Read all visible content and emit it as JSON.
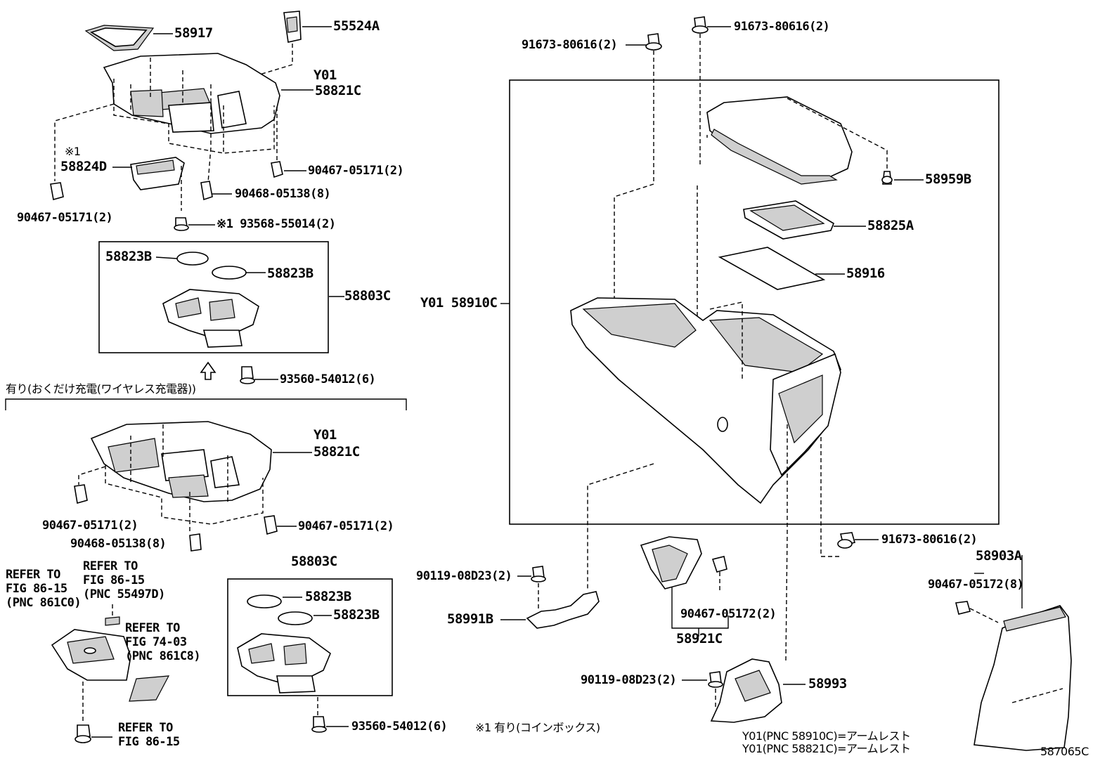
{
  "labels": {
    "p58917": "58917",
    "p55524A": "55524A",
    "y01_top": "Y01",
    "p58821C_top": "58821C",
    "note_mark_top": "※1",
    "p58824D": "58824D",
    "p90467_05171_a": "90467-05171(2)",
    "p90467_05171_b": "90467-05171(2)",
    "p90468_05138_a": "90468-05138(8)",
    "p93568_55014": "※1 93568-55014(2)",
    "p58823B_a": "58823B",
    "p58823B_b": "58823B",
    "p58803C_a": "58803C",
    "p93560_54012_a": "93560-54012(6)",
    "wireless_note": "有り(おくだけ充電(ワイヤレス充電器))",
    "y01_mid": "Y01",
    "p58821C_mid": "58821C",
    "p90467_05171_c": "90467-05171(2)",
    "p90467_05171_d": "90467-05171(2)",
    "p90468_05138_b": "90468-05138(8)",
    "ref_86_15_a": "REFER TO\nFIG 86-15\n(PNC 861C0)",
    "ref_86_15_b": "REFER TO\nFIG 86-15\n(PNC 55497D)",
    "ref_74_03": "REFER TO\nFIG 74-03\n(PNC 861C8)",
    "ref_86_15_c": "REFER TO\nFIG 86-15",
    "p58803C_b": "58803C",
    "p58823B_c": "58823B",
    "p58823B_d": "58823B",
    "p93560_54012_b": "93560-54012(6)",
    "coin_note": "※1 有り(コインボックス)",
    "p91673_80616_a": "91673-80616(2)",
    "p91673_80616_b": "91673-80616(2)",
    "p58959B": "58959B",
    "p58825A": "58825A",
    "p58916": "58916",
    "p58910C": "Y01 58910C",
    "p91673_80616_c": "91673-80616(2)",
    "p90119_08D23_a": "90119-08D23(2)",
    "p58991B": "58991B",
    "p90467_05172_a": "90467-05172(2)",
    "p58921C": "58921C",
    "p90119_08D23_b": "90119-08D23(2)",
    "p58993": "58993",
    "p58903A": "58903A",
    "p90467_05172_b": "90467-05172(8)",
    "legend_1": "Y01(PNC 58910C)=アームレスト",
    "legend_2": "Y01(PNC 58821C)=アームレスト",
    "figure_no": "587065C"
  }
}
